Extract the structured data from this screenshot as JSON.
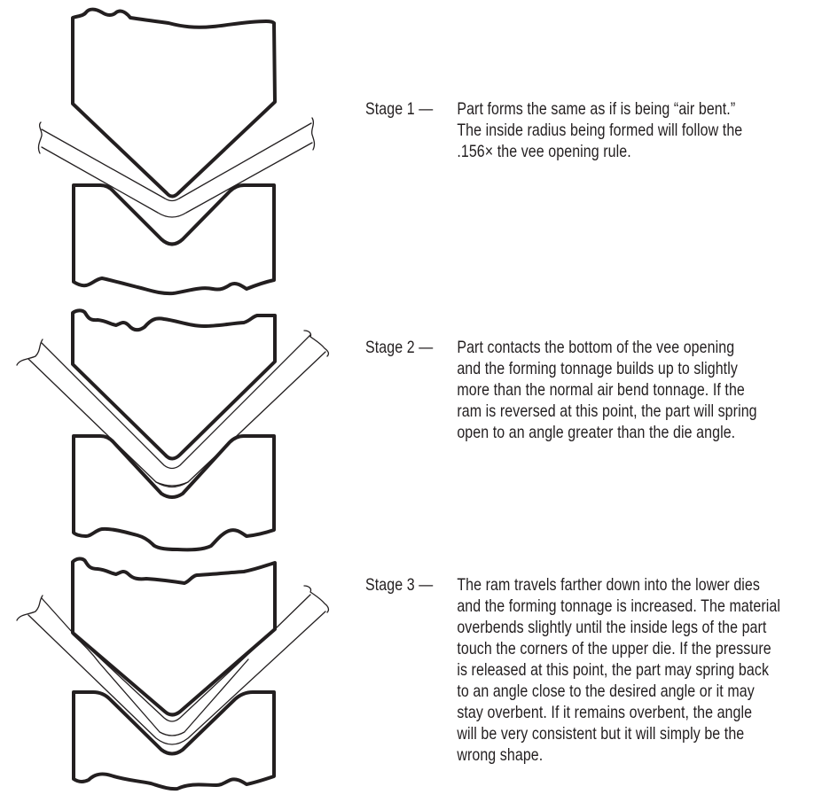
{
  "figure": {
    "description": "Three stages of bottom bending in a press brake: upper punch, sheet part, lower vee die",
    "colors": {
      "ink": "#231f20",
      "background": "#ffffff"
    }
  },
  "stages": [
    {
      "label": "Stage 1 —",
      "lines": [
        "Part forms the same as if is being “air bent.”",
        "The inside radius being formed will follow the",
        ".156× the vee opening rule."
      ]
    },
    {
      "label": "Stage 2 —",
      "lines": [
        "Part contacts the bottom of the vee opening",
        "and the forming tonnage builds up to slightly",
        "more than the normal air bend tonnage. If the",
        "ram is reversed at this point, the part will spring",
        "open to an angle greater than the die angle."
      ]
    },
    {
      "label": "Stage 3 —",
      "lines": [
        "The ram travels farther down into the lower dies",
        "and the forming tonnage is increased. The material",
        "overbends slightly until the inside legs of the part",
        "touch the corners of the upper die. If the pressure",
        "is released at this point, the part may spring back",
        "to an angle close to the desired angle or it may",
        "stay overbent. If it remains overbent, the angle",
        "will be very consistent but it will simply be the",
        "wrong shape."
      ]
    }
  ]
}
